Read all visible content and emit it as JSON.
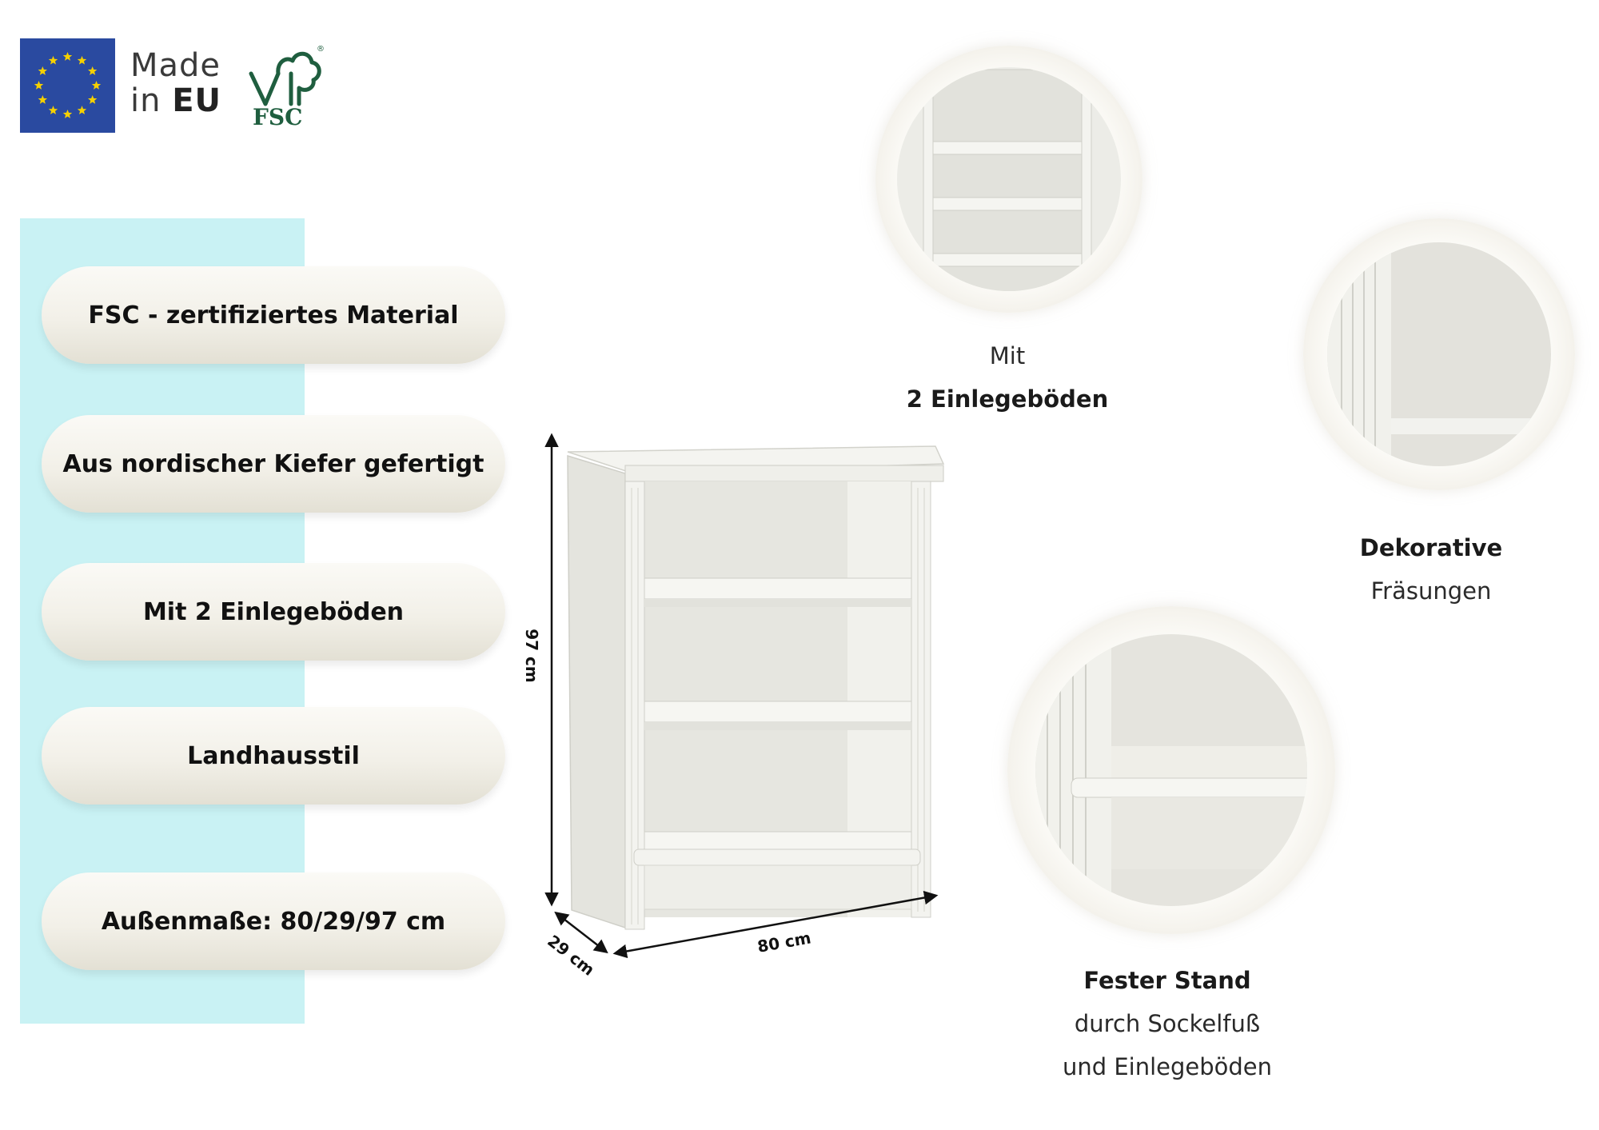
{
  "badges": {
    "made_line1": "Made",
    "made_line2_prefix": "in",
    "made_line2_bold": "EU",
    "fsc_label": "FSC",
    "fsc_registered": "®",
    "eu_flag_color": "#2a4aa0",
    "eu_star_color": "#f5d000",
    "fsc_color": "#1f5e3f"
  },
  "features": [
    "FSC - zertifiziertes Material",
    "Aus nordischer Kiefer gefertigt",
    "Mit 2 Einlegeböden",
    "Landhausstil",
    "Außenmaße: 80/29/97 cm"
  ],
  "dimensions": {
    "height": "97 cm",
    "depth": "29 cm",
    "width": "80 cm"
  },
  "details": {
    "shelves": {
      "line1": "Mit",
      "line2": "2 Einlegeböden"
    },
    "milling": {
      "line1": "Dekorative",
      "line2": "Fräsungen"
    },
    "stand": {
      "line1": "Fester Stand",
      "line2": "durch Sockelfuß",
      "line3": "und Einlegeböden"
    }
  },
  "colors": {
    "accent_panel": "#c9f2f4",
    "furniture": "#efefea"
  }
}
